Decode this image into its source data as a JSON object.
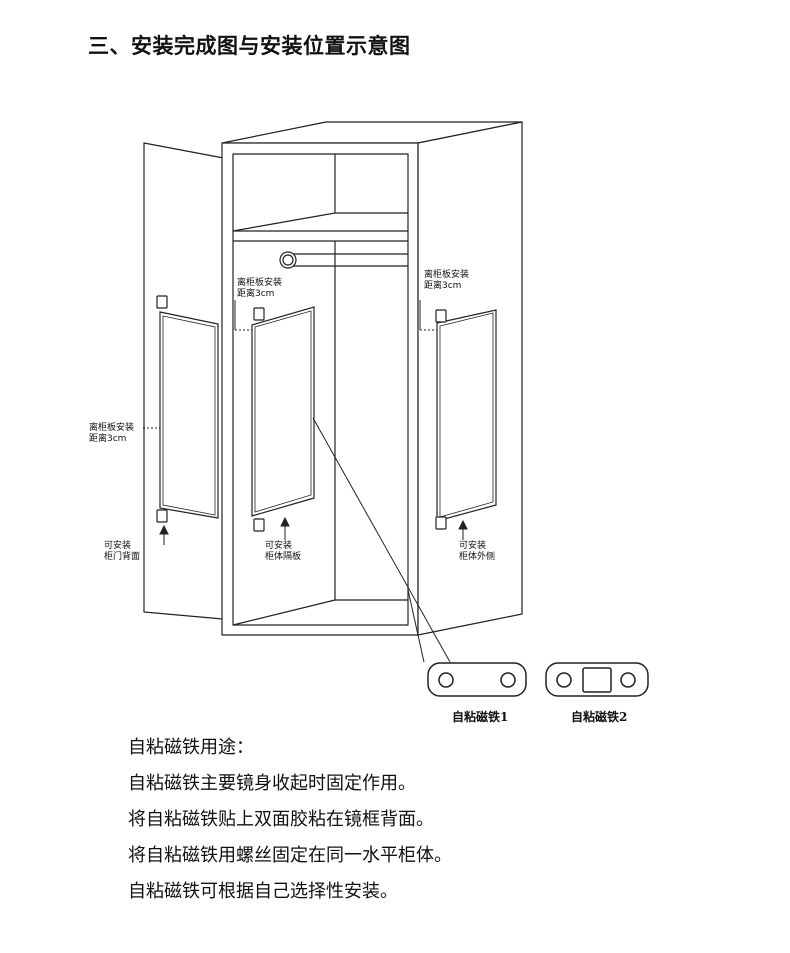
{
  "title": "三、安装完成图与安装位置示意图",
  "labels": {
    "door_distance": "离柜板安装\n距离3cm",
    "partition_distance": "离柜板安装\n距离3cm",
    "outside_distance": "离柜板安装\n距离3cm",
    "door_back": "可安装\n柜门背面",
    "partition": "可安装\n柜体隔板",
    "outside": "可安装\n柜体外侧"
  },
  "magnets": {
    "magnet1": "自粘磁铁1",
    "magnet2": "自粘磁铁2"
  },
  "instructions": [
    "自粘磁铁用途：",
    "自粘磁铁主要镜身收起时固定作用。",
    "将自粘磁铁贴上双面胶粘在镜框背面。",
    "将自粘磁铁用螺丝固定在同一水平柜体。",
    "自粘磁铁可根据自己选择性安装。"
  ]
}
